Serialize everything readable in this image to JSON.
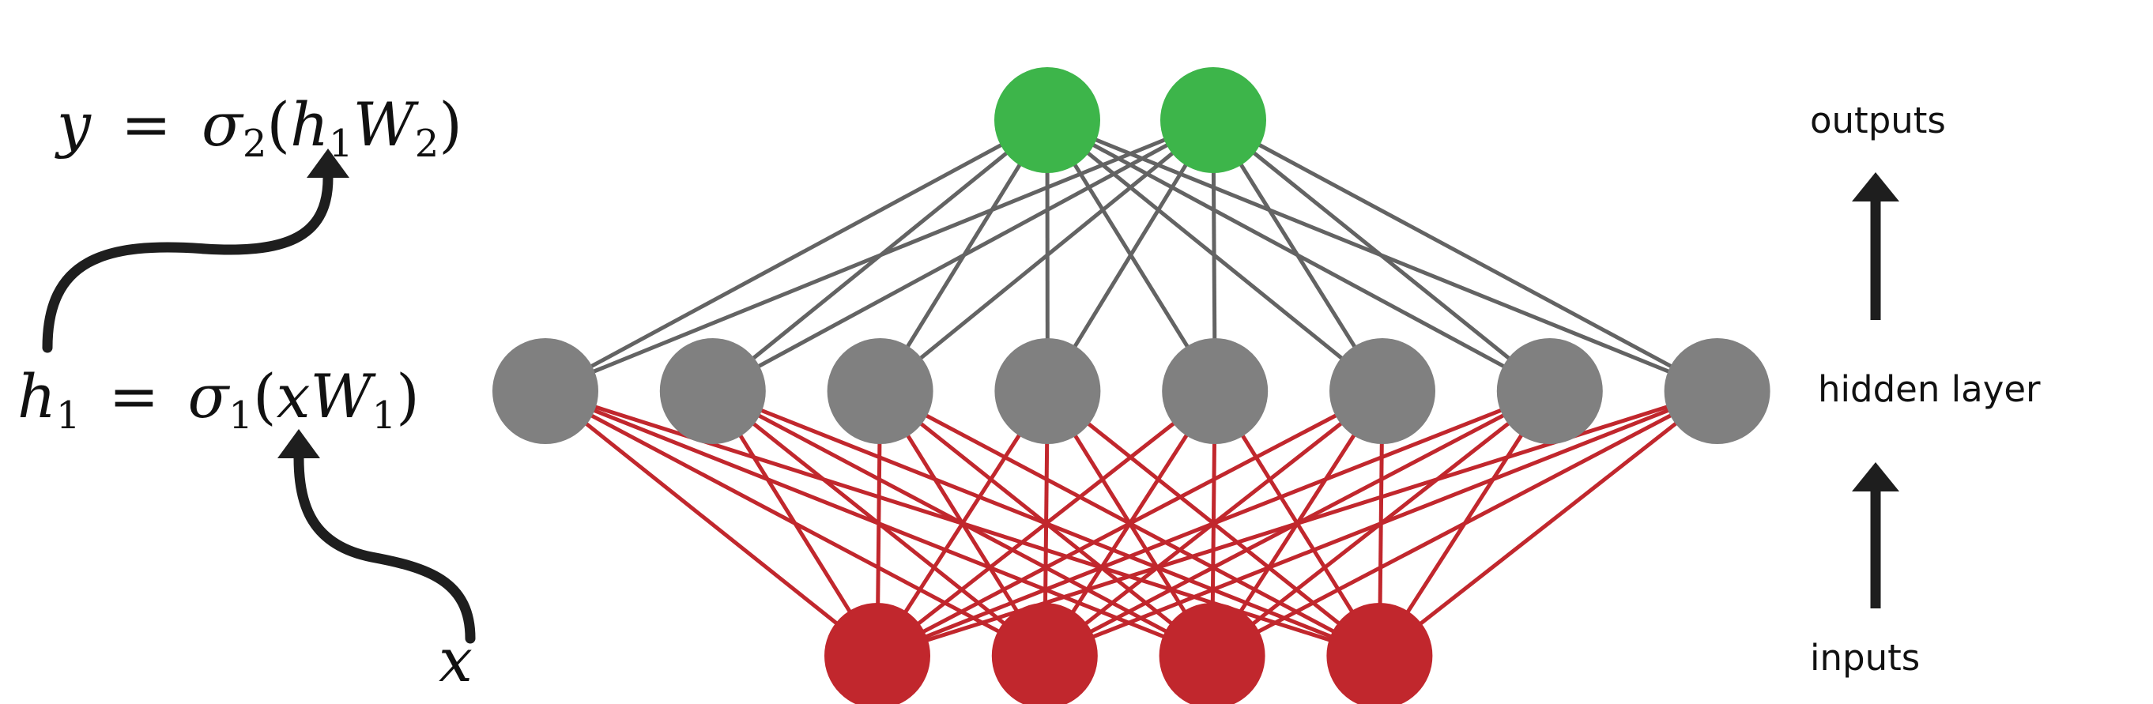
{
  "diagram": {
    "equations": {
      "output": {
        "lhs": "y",
        "eq": "=",
        "fn": "σ",
        "fn_sub": "2",
        "open": "(",
        "arg1": "h",
        "arg1_sub": "1",
        "arg2": "W",
        "arg2_sub": "2",
        "close": ")"
      },
      "hidden": {
        "lhs": "h",
        "lhs_sub": "1",
        "eq": "=",
        "fn": "σ",
        "fn_sub": "1",
        "open": "(",
        "arg1": "x",
        "arg2": "W",
        "arg2_sub": "1",
        "close": ")"
      },
      "input": {
        "symbol": "x"
      }
    },
    "labels": {
      "outputs": "outputs",
      "hidden": "hidden layer",
      "inputs": "inputs"
    },
    "layers": {
      "output": {
        "count": 2,
        "color": "#3db54a"
      },
      "hidden": {
        "count": 8,
        "color": "#808080"
      },
      "input": {
        "count": 4,
        "color": "#c1272d"
      }
    },
    "edge_colors": {
      "hidden_to_output": "#636363",
      "input_to_hidden": "#c1272d"
    },
    "arrow_color": "#1e1e1e"
  }
}
